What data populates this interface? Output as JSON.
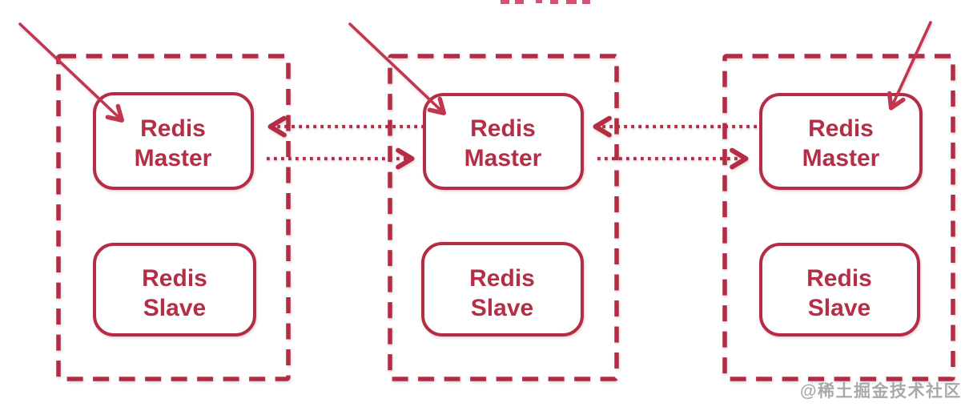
{
  "page": {
    "background": "#ffffff",
    "description_visible_content": "Three dashed shard groups, each containing a Redis Master and Redis Slave node; dotted bidirectional arrows connect neighboring masters; a solid diagonal arrow points into each master"
  },
  "colors": {
    "accent": "#b52d44",
    "solid_arrow": "#c23650",
    "watermark_gray": "#9b9b9b"
  },
  "watermark": {
    "text": "@稀土掘金技术社区"
  },
  "groups": [
    {
      "id": "shard-1",
      "master": {
        "line1": "Redis",
        "line2": "Master"
      },
      "slave": {
        "line1": "Redis",
        "line2": "Slave"
      }
    },
    {
      "id": "shard-2",
      "master": {
        "line1": "Redis",
        "line2": "Master"
      },
      "slave": {
        "line1": "Redis",
        "line2": "Slave"
      }
    },
    {
      "id": "shard-3",
      "master": {
        "line1": "Redis",
        "line2": "Master"
      },
      "slave": {
        "line1": "Redis",
        "line2": "Slave"
      }
    }
  ],
  "links": {
    "dotted_master_sync": [
      {
        "from": "shard-2-master",
        "to": "shard-1-master"
      },
      {
        "from": "shard-1-master",
        "to": "shard-2-master"
      },
      {
        "from": "shard-3-master",
        "to": "shard-2-master"
      },
      {
        "from": "shard-2-master",
        "to": "shard-3-master"
      }
    ],
    "solid_inbound_arrows": [
      "shard-1-master",
      "shard-2-master",
      "shard-3-master"
    ]
  }
}
